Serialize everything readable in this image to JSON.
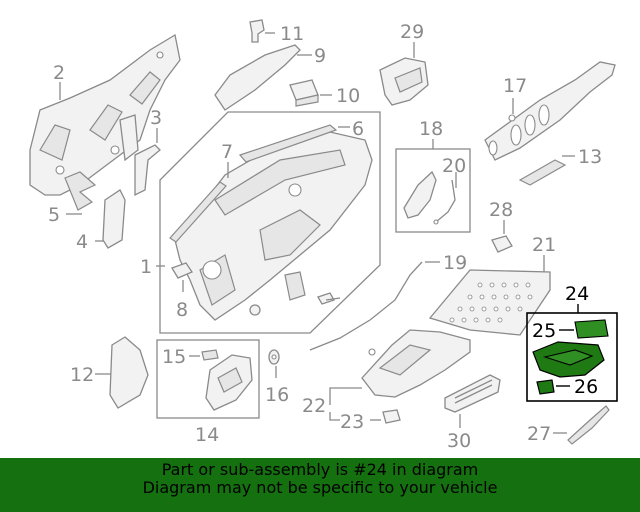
{
  "callouts": {
    "c1": "1",
    "c2": "2",
    "c3": "3",
    "c4": "4",
    "c5": "5",
    "c6": "6",
    "c7": "7",
    "c8": "8",
    "c9": "9",
    "c10": "10",
    "c11": "11",
    "c12": "12",
    "c13": "13",
    "c14": "14",
    "c15": "15",
    "c16": "16",
    "c17": "17",
    "c18": "18",
    "c19": "19",
    "c20": "20",
    "c21": "21",
    "c22": "22",
    "c23": "23",
    "c24": "24",
    "c25": "25",
    "c26": "26",
    "c27": "27",
    "c28": "28",
    "c29": "29",
    "c30": "30"
  },
  "highlighted_part": "24",
  "colors": {
    "highlight": "#1f7a14",
    "banner": "#157010",
    "line": "#8a8a8a"
  },
  "banner": {
    "line1": "Part or sub-assembly is #24 in diagram",
    "line2": "Diagram may not be specific to your vehicle"
  }
}
